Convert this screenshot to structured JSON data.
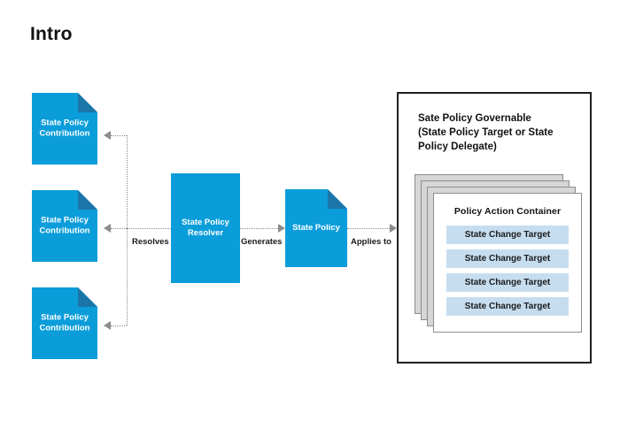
{
  "page": {
    "title": "Intro",
    "background_color": "#ffffff"
  },
  "colors": {
    "primary_blue": "#0b9dda",
    "fold_blue": "#1c75a8",
    "connector_gray": "#8c8c8c",
    "card_shadow_gray": "#d6d6d6",
    "target_bar_blue": "#c6ddf0",
    "frame_black": "#231f20",
    "text_dark": "#111111",
    "text_white": "#ffffff"
  },
  "diagram": {
    "type": "flow-diagram",
    "contributions": [
      {
        "label": "State Policy\nContribution"
      },
      {
        "label": "State Policy\nContribution"
      },
      {
        "label": "State Policy\nContribution"
      }
    ],
    "resolver": {
      "label": "State Policy\nResolver"
    },
    "policy": {
      "label": "State Policy"
    },
    "edges": [
      {
        "id": "resolves",
        "label": "Resolves",
        "from": "state-policy-resolver",
        "to": "state-policy-contributions",
        "direction": "left"
      },
      {
        "id": "generates",
        "label": "Generates",
        "from": "state-policy-resolver",
        "to": "state-policy",
        "direction": "right"
      },
      {
        "id": "applies-to",
        "label": "Applies to",
        "from": "state-policy",
        "to": "state-policy-governable",
        "direction": "right"
      }
    ],
    "governable": {
      "title": "Sate Policy Governable\n(State Policy Target or State\nPolicy Delegate)",
      "stack_depth": 4,
      "card": {
        "title": "Policy Action Container",
        "targets": [
          "State Change Target",
          "State Change Target",
          "State Change Target",
          "State Change Target"
        ]
      }
    }
  }
}
